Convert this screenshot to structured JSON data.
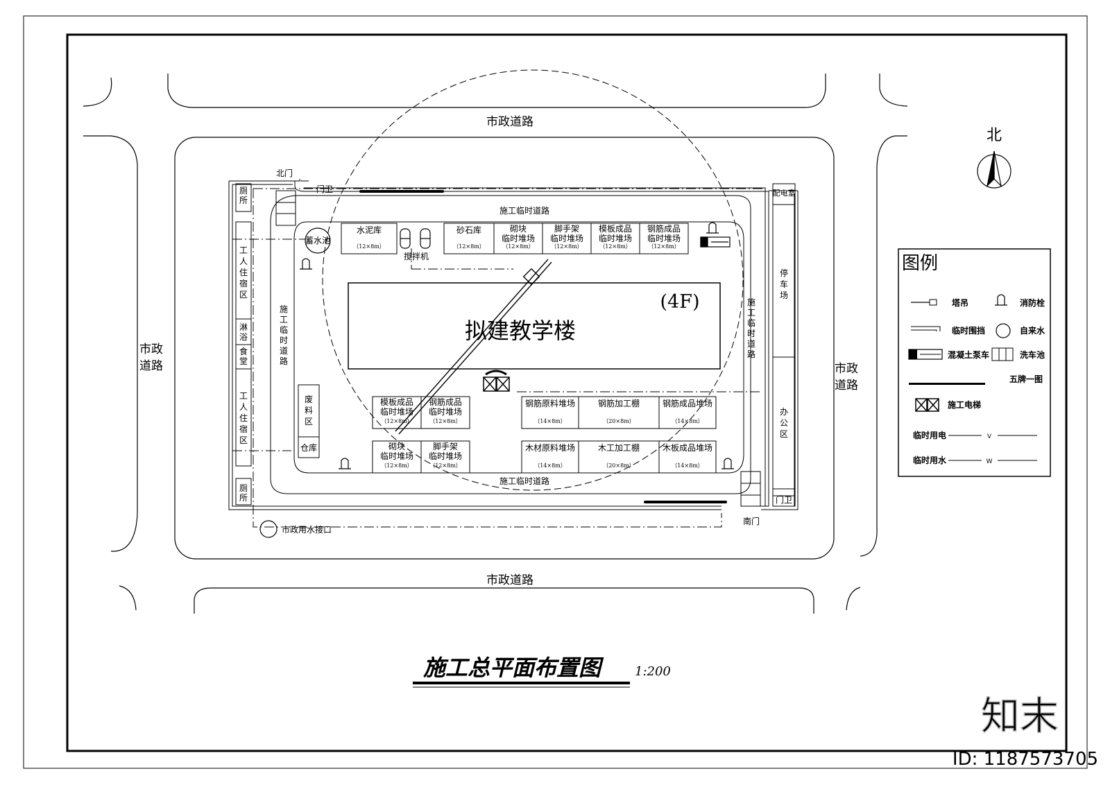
{
  "title": "施工总平面布置图",
  "scale": "1:200",
  "north": "北",
  "roads": {
    "north": "市政道路",
    "south": "市政道路",
    "west": [
      "市政",
      "道路"
    ],
    "east": [
      "市政",
      "道路"
    ]
  },
  "site": {
    "north_gate": "北门",
    "south_gate": "南门",
    "guard_north": "门卫",
    "guard_south": "门卫",
    "power_room": "配电室",
    "road_top": "施工临时道路",
    "road_bottom": "施工临时道路",
    "road_left": "施工临时道路",
    "road_right": "施工临时道路",
    "water_tank": "蓄水池",
    "mixer": "搅拌机",
    "municipal_water": "市政用水接口",
    "toilet_top": "厕所",
    "toilet_bottom": "厕所",
    "dorm_top": "工人住宿区",
    "shower": "淋浴",
    "canteen": "食堂",
    "dorm_bottom": "工人住宿区",
    "waste": "废料区",
    "warehouse": "仓库",
    "parking": "停车场",
    "office": "办公区",
    "building_name": "拟建教学楼",
    "building_floors": "(4F)"
  },
  "yards_top": [
    {
      "name": [
        "水泥库"
      ],
      "size": "（12×8m）"
    },
    {
      "name": [
        "砂石库"
      ],
      "size": "（12×8m）"
    },
    {
      "name": [
        "砌块",
        "临时堆场"
      ],
      "size": "（12×8m）"
    },
    {
      "name": [
        "脚手架",
        "临时堆场"
      ],
      "size": "（12×8m）"
    },
    {
      "name": [
        "模板成品",
        "临时堆场"
      ],
      "size": "（12×8m）"
    },
    {
      "name": [
        "钢筋成品",
        "临时堆场"
      ],
      "size": "（12×8m）"
    }
  ],
  "yards_left": [
    {
      "name": [
        "模板成品",
        "临时堆场"
      ],
      "size": "（12×8m）"
    },
    {
      "name": [
        "钢筋成品",
        "临时堆场"
      ],
      "size": "（12×8m）"
    },
    {
      "name": [
        "砌块",
        "临时堆场"
      ],
      "size": "（12×8m）"
    },
    {
      "name": [
        "脚手架",
        "临时堆场"
      ],
      "size": "（12×8m）"
    }
  ],
  "yards_right": [
    {
      "name": [
        "钢筋原料堆场"
      ],
      "size": "（14×8m）"
    },
    {
      "name": [
        "钢筋加工棚"
      ],
      "size": "（20×8m）"
    },
    {
      "name": [
        "钢筋成品堆场"
      ],
      "size": "（14×8m）"
    },
    {
      "name": [
        "木材原料堆场"
      ],
      "size": "（14×8m）"
    },
    {
      "name": [
        "木工加工棚"
      ],
      "size": "（20×8m）"
    },
    {
      "name": [
        "木板成品堆场"
      ],
      "size": "（14×8m）"
    }
  ],
  "legend": {
    "title": "图例",
    "tower_crane": "塔吊",
    "hydrant": "消防栓",
    "hoarding": "临时围挡",
    "tap_water": "自来水",
    "pump_truck": "混凝土泵车",
    "wash_pit": "洗车池",
    "five_boards": "五牌一图",
    "hoist": "施工电梯",
    "temp_power": "临时用电",
    "temp_water": "临时用水",
    "line_v": "V",
    "line_w": "W"
  },
  "watermark": {
    "brand": "知末",
    "id": "ID: 1187573705"
  }
}
